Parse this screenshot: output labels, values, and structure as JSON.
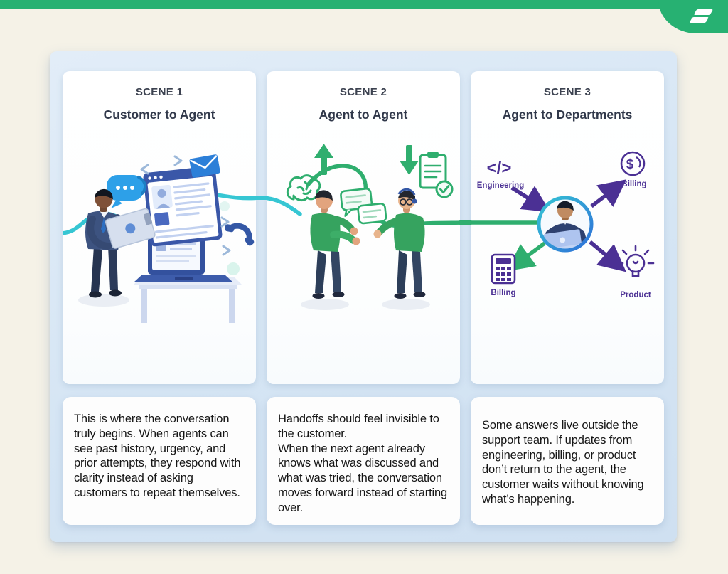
{
  "brand": {
    "top_bar_color": "#27b172",
    "logo_icon": "brand-stripes-icon"
  },
  "colors": {
    "background": "#f5f2e7",
    "panel": "#d5e5f4",
    "accent_teal": "#36c6d3",
    "accent_green": "#2fae6e",
    "accent_purple": "#4b3094",
    "accent_blue": "#3a57a8"
  },
  "scenes": [
    {
      "scene_label": "SCENE 1",
      "title": "Customer to Agent",
      "description": "This is where the conversation truly begins. When agents can see past history, urgency, and prior attempts, they respond with clarity instead of asking customers to repeat themselves.",
      "illustration_icons": [
        "chat-bubble-icon",
        "browser-window-icon",
        "email-icon",
        "phone-icon",
        "laptop-icon",
        "customer-figure"
      ]
    },
    {
      "scene_label": "SCENE 2",
      "title": "Agent to Agent",
      "description": "Handoffs should feel invisible to the customer.\nWhen the next agent already knows what was discussed and what was tried, the conversation moves forward instead of starting over.",
      "illustration_icons": [
        "brain-icon",
        "arrow-up-icon",
        "arrow-down-icon",
        "checklist-icon",
        "handoff-chat-icon",
        "agent-figure-1",
        "agent-figure-2"
      ]
    },
    {
      "scene_label": "SCENE 3",
      "title": "Agent to Departments",
      "description": "Some answers live outside the support team. If updates from engineering, billing, or product don’t return to the agent, the customer waits without knowing what’s happening.",
      "departments": {
        "top_left": "Engineering",
        "top_right": "Billing",
        "bottom_left": "Billing",
        "bottom_right": "Product"
      },
      "illustration_icons": [
        "code-icon",
        "billing-dollar-icon",
        "billing-calculator-icon",
        "product-lightbulb-icon",
        "central-agent"
      ]
    }
  ],
  "icons": {
    "code_glyph": "</>",
    "dollar_glyph": "$"
  }
}
